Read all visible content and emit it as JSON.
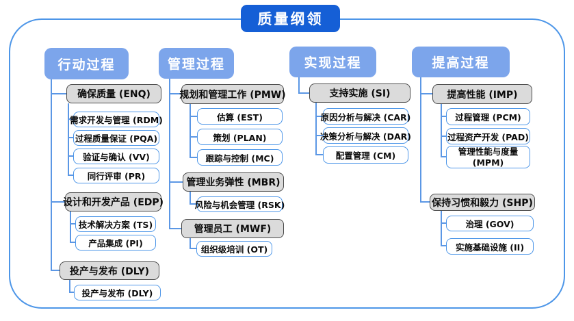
{
  "title": "质量纲领",
  "colors": {
    "title_bg": "#155FD6",
    "header_bg": "#7CA5EB",
    "group_bg": "#DBDBDB",
    "group_border": "#4A4A4A",
    "leaf_border": "#4D96E8",
    "connector": "#5B97E5",
    "frame_border": "#4D96E8",
    "text_on_blue": "#FFFFFF",
    "text_dark": "#0B0B0B"
  },
  "columns": [
    {
      "header": "行动过程",
      "groups": [
        {
          "label": "确保质量 (ENQ)",
          "children": [
            "需求开发与管理 (RDM)",
            "过程质量保证 (PQA)",
            "验证与确认 (VV)",
            "同行评审 (PR)"
          ]
        },
        {
          "label": "设计和开发产品 (EDP)",
          "children": [
            "技术解决方案 (TS)",
            "产品集成 (PI)"
          ]
        },
        {
          "label": "投产与发布 (DLY)",
          "children": [
            "投产与发布 (DLY)"
          ]
        }
      ]
    },
    {
      "header": "管理过程",
      "groups": [
        {
          "label": "规划和管理工作 (PMW)",
          "children": [
            "估算 (EST)",
            "策划 (PLAN)",
            "跟踪与控制 (MC)"
          ]
        },
        {
          "label": "管理业务弹性 (MBR)",
          "children": [
            "风险与机会管理 (RSK)"
          ]
        },
        {
          "label": "管理员工 (MWF)",
          "children": [
            "组织级培训 (OT)"
          ]
        }
      ]
    },
    {
      "header": "实现过程",
      "groups": [
        {
          "label": "支持实施 (SI)",
          "children": [
            "原因分析与解决 (CAR)",
            "决策分析与解决 (DAR)",
            "配置管理 (CM)"
          ]
        }
      ]
    },
    {
      "header": "提高过程",
      "groups": [
        {
          "label": "提高性能 (IMP)",
          "children": [
            "过程管理 (PCM)",
            "过程资产开发 (PAD)",
            "管理性能与度量 (MPM)"
          ]
        },
        {
          "label": "保持习惯和毅力 (SHP)",
          "children": [
            "治理 (GOV)",
            "实施基础设施 (II)"
          ]
        }
      ]
    }
  ]
}
